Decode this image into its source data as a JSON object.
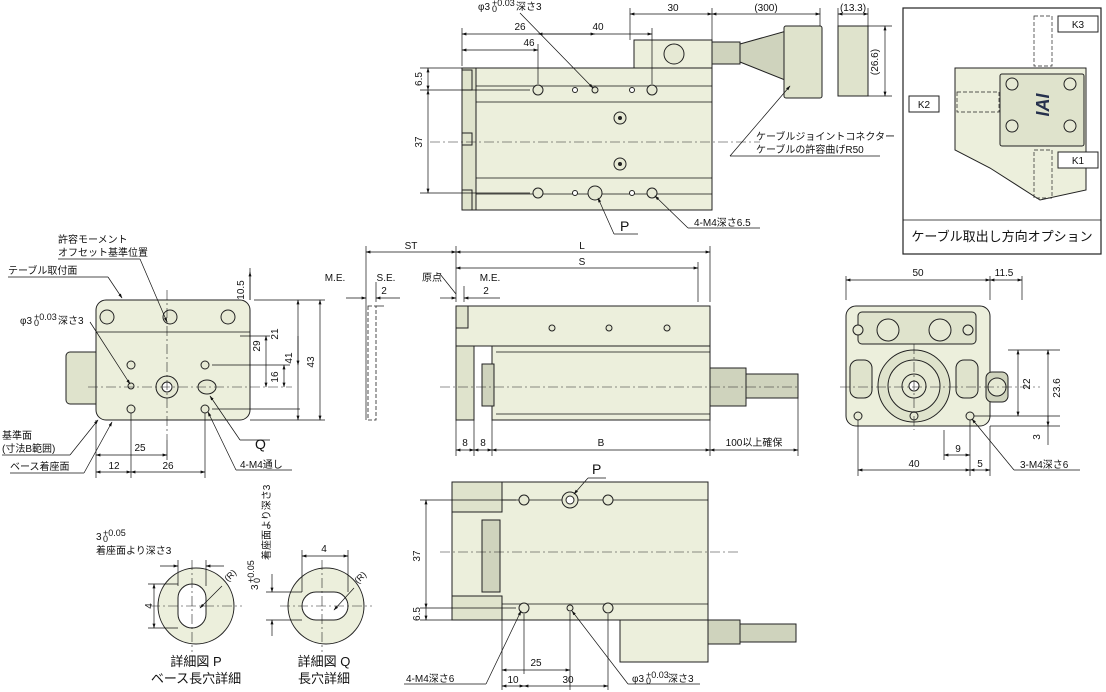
{
  "top_view": {
    "dims": {
      "d_26": "26",
      "d_40": "40",
      "d_46": "46",
      "d_30": "30",
      "d_300": "(300)",
      "d_133": "(13.3)",
      "d_266": "(26.6)",
      "d_65": "6.5",
      "d_37": "37"
    },
    "hole_label_main": "φ3",
    "hole_label_tol": "+0.03",
    "hole_label_tol2": "0",
    "hole_label_depth": "深さ3",
    "connector_note_1": "ケーブルジョイントコネクター",
    "connector_note_2": "ケーブルの許容曲げR50",
    "tap_note": "4-M4深さ6.5",
    "p_marker": "P"
  },
  "option_box": {
    "title": "ケーブル取出し方向オプション",
    "k1": "K1",
    "k2": "K2",
    "k3": "K3",
    "logo": "IAI"
  },
  "end_view": {
    "moment_note_1": "許容モーメント",
    "moment_note_2": "オフセット基準位置",
    "table_mount": "テーブル取付面",
    "hole_label_main": "φ3",
    "hole_label_tol": "+0.03",
    "hole_label_tol2": "0",
    "hole_label_depth": "深さ3",
    "ref_face_1": "基準面",
    "ref_face_2": "(寸法B範囲)",
    "base_seat": "ベース着座面",
    "through_note": "4-M4通し",
    "q_marker": "Q",
    "dims": {
      "d_105": "10.5",
      "d_29": "29",
      "d_21": "21",
      "d_41": "41",
      "d_43": "43",
      "d_16": "16",
      "d_25": "25",
      "d_12": "12",
      "d_26": "26"
    }
  },
  "side_view": {
    "dims": {
      "st": "ST",
      "l": "L",
      "s": "S",
      "me1": "M.E.",
      "se": "S.E.",
      "se_val": "2",
      "me2": "M.E.",
      "me2_val": "2",
      "origin": "原点",
      "d_8a": "8",
      "d_8b": "8",
      "b": "B",
      "cable_len": "100以上確保"
    }
  },
  "right_view": {
    "dims": {
      "d_50": "50",
      "d_115": "11.5",
      "d_22": "22",
      "d_236": "23.6",
      "d_3": "3",
      "d_9": "9",
      "d_40": "40",
      "d_5": "5"
    },
    "tap_note": "3-M4深さ6"
  },
  "bottom_view": {
    "dims": {
      "d_37": "37",
      "d_65": "6.5",
      "d_25": "25",
      "d_10": "10",
      "d_30": "30"
    },
    "tap_note": "4-M4深さ6",
    "hole_label_main": "φ3",
    "hole_label_tol": "+0.03",
    "hole_label_tol2": "0",
    "hole_label_depth": "深さ3",
    "p_marker": "P"
  },
  "detail_p": {
    "dim_top": "3",
    "dim_top_tol": "+0.05",
    "dim_top_tol2": "0",
    "note": "着座面より深さ3",
    "dim_side": "4",
    "radius": "(R)",
    "caption_1": "詳細図 P",
    "caption_2": "ベース長穴詳細"
  },
  "detail_q": {
    "dim_left": "3",
    "dim_left_tol": "+0.05",
    "dim_left_tol2": "0",
    "note": "着座面より深さ3",
    "dim_top": "4",
    "radius": "(R)",
    "caption_1": "詳細図 Q",
    "caption_2": "長穴詳細"
  }
}
